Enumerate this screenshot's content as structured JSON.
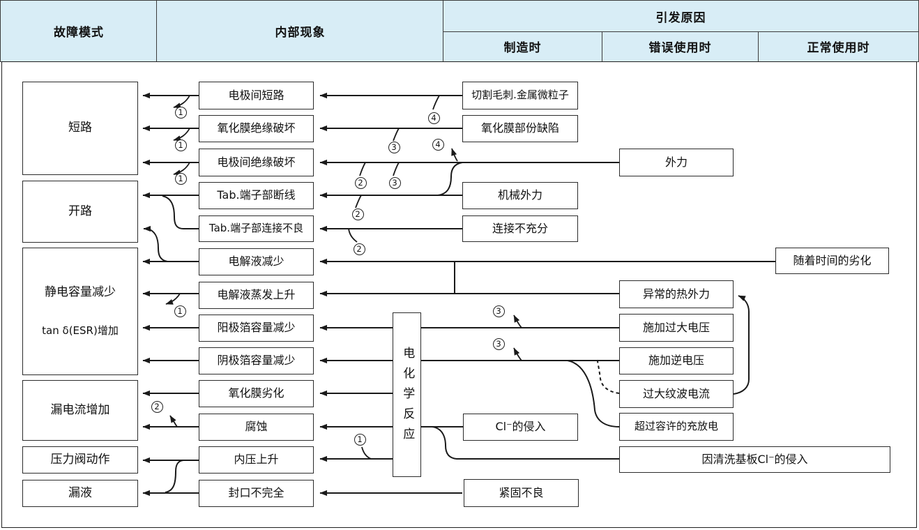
{
  "header": {
    "failure_mode": "故障模式",
    "internal_phenomenon": "内部现象",
    "trigger_cause": "引发原因",
    "sub_columns": {
      "manufacturing": "制造时",
      "misuse": "错误使用时",
      "normal_use": "正常使用时"
    }
  },
  "failure_modes": {
    "short_circuit": "短路",
    "open_circuit": "开路",
    "capacitance_decrease": "静电容量减少",
    "esr_increase": "tan δ(ESR)增加",
    "leakage_current_increase": "漏电流增加",
    "pressure_valve_operation": "压力阀动作",
    "liquid_leakage": "漏液"
  },
  "internal_phenomena": {
    "electrode_short": "电极间短路",
    "oxide_film_insulation_breakdown": "氧化膜绝缘破坏",
    "electrode_insulation_breakdown": "电极间绝缘破坏",
    "tab_terminal_wire_break": "Tab.端子部断线",
    "tab_terminal_poor_connection": "Tab.端子部连接不良",
    "electrolyte_decrease": "电解液减少",
    "electrolyte_evaporation_rise": "电解液蒸发上升",
    "anode_foil_capacity_decrease": "阳极箔容量减少",
    "cathode_foil_capacity_decrease": "阴极箔容量减少",
    "oxide_film_degradation": "氧化膜劣化",
    "corrosion": "腐蚀",
    "internal_pressure_rise": "内压上升",
    "incomplete_sealing": "封口不完全"
  },
  "process": {
    "electrochemical_reaction": "电化学反应"
  },
  "causes_manufacturing": {
    "cutting_burr_metal_particles": "切割毛刺.金属微粒子",
    "oxide_film_partial_defect": "氧化膜部份缺陷",
    "mechanical_external_force": "机械外力",
    "insufficient_connection": "连接不充分",
    "cl_intrusion": "Cl⁻的侵入",
    "poor_tightening": "紧固不良"
  },
  "causes_misuse": {
    "external_force": "外力",
    "abnormal_thermal_force": "异常的热外力",
    "excessive_voltage": "施加过大电压",
    "reverse_voltage": "施加逆电压",
    "excessive_ripple_current": "过大纹波电流",
    "exceed_allowed_charge_discharge": "超过容许的充放电",
    "board_cleaning_cl_intrusion": "因清洗基板Cl⁻的侵入"
  },
  "causes_normal_use": {
    "degradation_over_time": "随着时间的劣化"
  },
  "annotations": {
    "n1": "1",
    "n2": "2",
    "n3": "3",
    "n4": "4"
  }
}
